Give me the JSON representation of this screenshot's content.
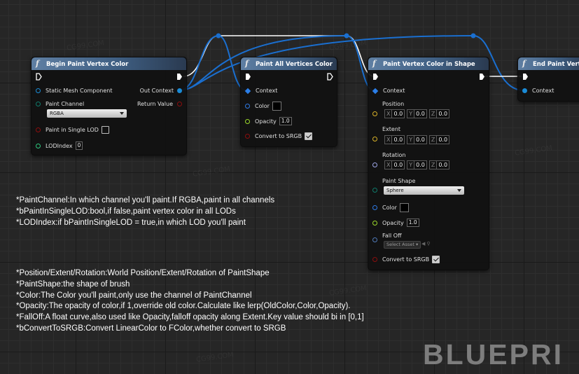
{
  "nodes": {
    "begin": {
      "title": "Begin Paint Vertex Color",
      "pins": {
        "static_mesh": "Static Mesh Component",
        "out_context": "Out Context",
        "paint_channel": "Paint Channel",
        "paint_channel_value": "RGBA",
        "return_value": "Return Value",
        "paint_single_lod": "Paint in Single LOD",
        "lod_index": "LODIndex",
        "lod_index_value": "0"
      }
    },
    "paint_all": {
      "title": "Paint All Vertices Color",
      "pins": {
        "context": "Context",
        "color": "Color",
        "opacity": "Opacity",
        "opacity_value": "1.0",
        "convert_srgb": "Convert to SRGB"
      }
    },
    "paint_shape": {
      "title": "Paint Vertex Color in Shape",
      "pins": {
        "context": "Context",
        "position": "Position",
        "extent": "Extent",
        "rotation": "Rotation",
        "axis_x": "X",
        "axis_y": "Y",
        "axis_z": "Z",
        "zero": "0.0",
        "paint_shape": "Paint Shape",
        "paint_shape_value": "Sphere",
        "color": "Color",
        "opacity": "Opacity",
        "opacity_value": "1.0",
        "fall_off": "Fall Off",
        "select_asset": "Select Asset",
        "convert_srgb": "Convert to SRGB"
      }
    },
    "end": {
      "title": "End Paint Vertex",
      "pins": {
        "context": "Context"
      }
    }
  },
  "notes": {
    "block1": [
      "*PaintChannel:In which channel you'll paint.If RGBA,paint in all channels",
      "*bPaintInSingleLOD:bool,if false,paint vertex color in all LODs",
      "*LODIndex:if bPaintInSingleLOD = true,in which LOD you'll paint"
    ],
    "block2": [
      "*Position/Extent/Rotation:World Position/Extent/Rotation of PaintShape",
      "*PaintShape:the shape of brush",
      "*Color:The Color you'll paint,only use the channel of PaintChannel",
      "*Opacity:The opacity of color,if 1,override old color.Calculate like lerp(OldColor,Color,Opacity).",
      "*FallOff:A float curve,also used like Opacity,falloff opacity along Extent.Key value should bi in [0,1]",
      "*bConvertToSRGB:Convert LinearColor to FColor,whether convert to SRGB"
    ]
  },
  "logo": "BLUEPRI",
  "watermark": "CG99.COM",
  "colors": {
    "node_header": "#4f6f93",
    "object_pin": "#1a8bd6",
    "bool_pin": "#8c0e0e",
    "float_pin": "#9bd82b",
    "vector_pin": "#d8b128",
    "rotator_pin": "#9da5e6",
    "int_pin": "#2ec97e",
    "byte_pin": "#0f7a6a",
    "struct_pin": "#2f7ae5"
  }
}
